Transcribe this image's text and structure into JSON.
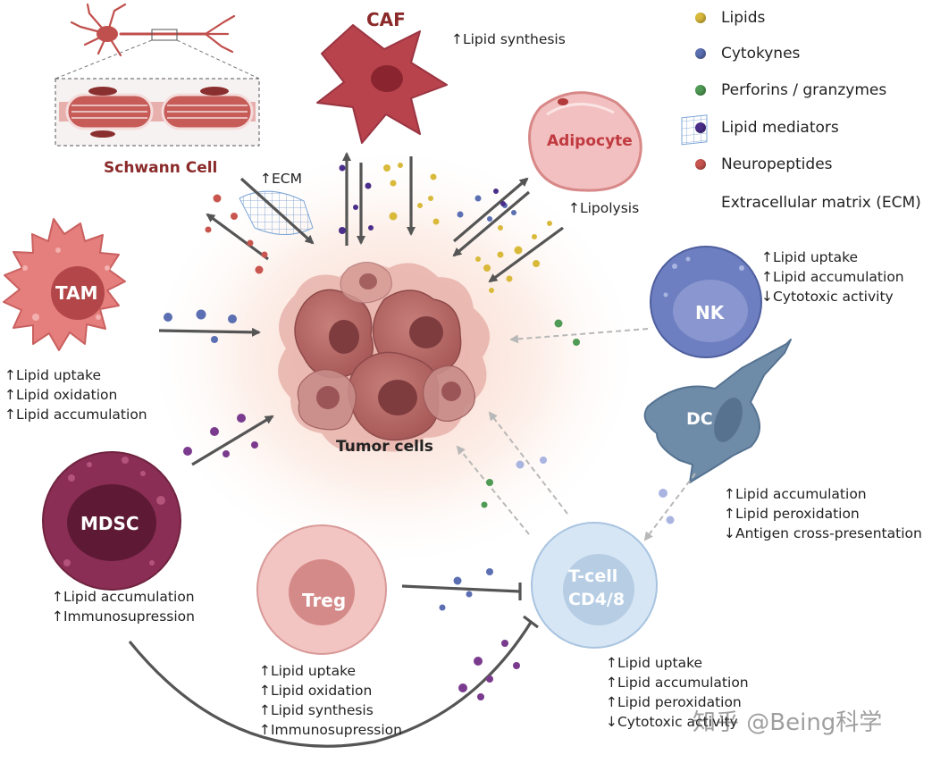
{
  "legend": [
    {
      "label": "Lipids",
      "color": "#d9b93a",
      "icon": "dot"
    },
    {
      "label": "Cytokynes",
      "color": "#5b6fb2",
      "icon": "dot"
    },
    {
      "label": "Perforins / granzymes",
      "color": "#4f9a54",
      "icon": "dot"
    },
    {
      "label": "Lipid mediators",
      "color": "#4a2e8a",
      "icon": "dot"
    },
    {
      "label": "Neuropeptides",
      "color": "#c8554e",
      "icon": "dot"
    },
    {
      "label": "Extracellular matrix (ECM)",
      "color": "#7da6d6",
      "icon": "mesh"
    }
  ],
  "cells": {
    "caf": {
      "label": "CAF",
      "effects": [
        "↑Lipid synthesis"
      ]
    },
    "adipocyte": {
      "label": "Adipocyte",
      "effects": [
        "↑Lipolysis"
      ]
    },
    "schwann": {
      "label": "Schwann Cell",
      "effects": [
        "↑ECM"
      ]
    },
    "tam": {
      "label": "TAM",
      "effects": [
        "↑Lipid uptake",
        "↑Lipid oxidation",
        "↑Lipid accumulation"
      ]
    },
    "nk": {
      "label": "NK",
      "effects": [
        "↑Lipid uptake",
        "↑Lipid accumulation",
        "↓Cytotoxic activity"
      ]
    },
    "dc": {
      "label": "DC",
      "effects": [
        "↑Lipid accumulation",
        "↑Lipid peroxidation",
        "↓Antigen cross-presentation"
      ]
    },
    "mdsc": {
      "label": "MDSC",
      "effects": [
        "↑Lipid accumulation",
        "↑Immunosupression"
      ]
    },
    "treg": {
      "label": "Treg",
      "effects": [
        "↑Lipid uptake",
        "↑Lipid oxidation",
        "↑Lipid synthesis",
        "↑Immunosupression"
      ]
    },
    "tcell": {
      "label_line1": "T-cell",
      "label_line2": "CD4/8",
      "effects": [
        "↑Lipid uptake",
        "↑Lipid accumulation",
        "↑Lipid peroxidation",
        "↓Cytotoxic activity"
      ]
    },
    "tumor": {
      "label": "Tumor cells"
    }
  },
  "watermark": "知乎 @Being科学"
}
